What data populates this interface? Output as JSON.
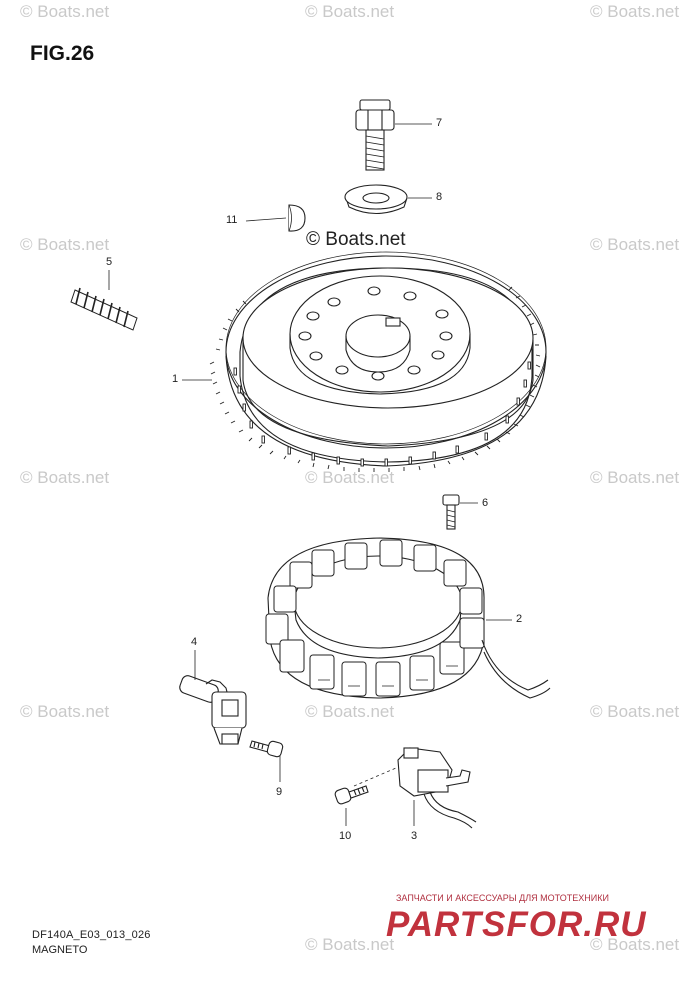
{
  "figure": {
    "title": "FIG.26",
    "drawing_code": "DF140A_E03_013_026",
    "caption": "MAGNETO"
  },
  "watermark": {
    "corner_text": "© Boats.net",
    "center_text": "© Boats.net"
  },
  "callouts": {
    "c1": "1",
    "c2": "2",
    "c3": "3",
    "c4": "4",
    "c5": "5",
    "c6": "6",
    "c7": "7",
    "c8": "8",
    "c9": "9",
    "c10": "10",
    "c11": "11"
  },
  "advert": {
    "text": "ЗАПЧАСТИ И АКСЕССУАРЫ ДЛЯ МОТОТЕХНИКИ",
    "logo": "PARTSFOR.RU",
    "accent_color": "#c1323d"
  },
  "colors": {
    "line": "#222222",
    "watermark": "#c9c9c9"
  },
  "parts": {
    "p1": "flywheel-icon",
    "p2": "stator-icon",
    "p3": "pulser-coil-icon",
    "p4": "sensor-icon",
    "p5": "spring-icon",
    "p6": "bolt-icon",
    "p7": "bolt-icon",
    "p8": "washer-icon",
    "p9": "screw-icon",
    "p10": "screw-icon",
    "p11": "key-icon"
  }
}
